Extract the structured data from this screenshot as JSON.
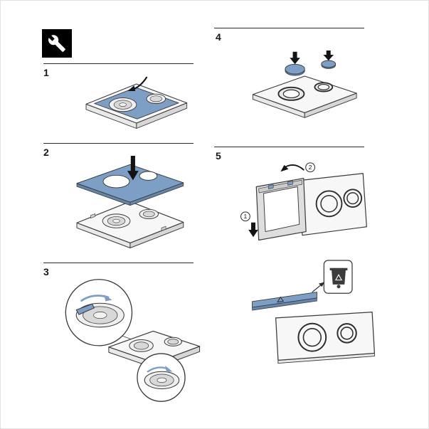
{
  "sheet": {
    "background": "#ffffff"
  },
  "steps": [
    {
      "number": "1"
    },
    {
      "number": "2"
    },
    {
      "number": "3"
    },
    {
      "number": "4"
    },
    {
      "number": "5"
    }
  ],
  "callouts": {
    "first": "1",
    "second": "2"
  },
  "icons": {
    "header_badge": "wrench-icon",
    "disposal": "recycle-bin-icon"
  },
  "colors": {
    "accent_blue": "#7e9fc5",
    "accent_blue_dark": "#6585ab",
    "outline": "#3a3a3a",
    "arrow_black": "#141414"
  }
}
